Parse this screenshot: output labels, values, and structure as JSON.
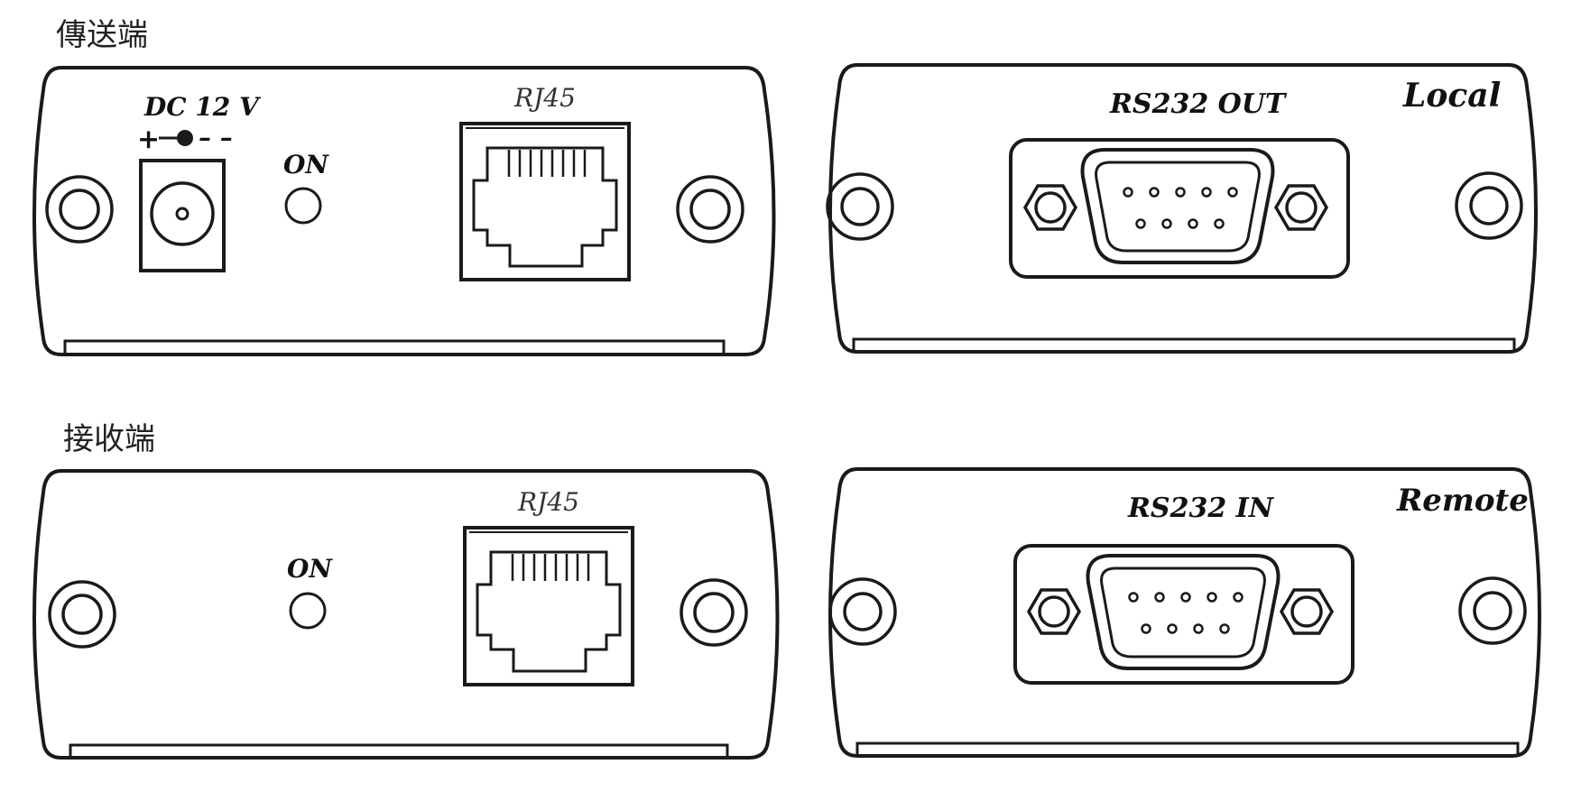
{
  "sections": {
    "transmitter": {
      "title": "傳送端"
    },
    "receiver": {
      "title": "接收端"
    }
  },
  "panels": {
    "tx_front": {
      "dc_label": "DC 12 V",
      "polarity_plus": "+",
      "polarity_minus": "– –",
      "led_label": "ON",
      "rj45_label": "RJ45"
    },
    "tx_back": {
      "port_label": "RS232 OUT",
      "corner_label": "Local"
    },
    "rx_front": {
      "led_label": "ON",
      "rj45_label": "RJ45"
    },
    "rx_back": {
      "port_label": "RS232 IN",
      "corner_label": "Remote"
    }
  },
  "icons": {
    "dc_jack": "dc-power-jack-icon",
    "led": "power-led-icon",
    "rj45": "rj45-port-icon",
    "db9": "db9-connector-icon",
    "screw": "mounting-screw-icon"
  },
  "colors": {
    "line": "#1a1a1a",
    "background": "#ffffff"
  }
}
